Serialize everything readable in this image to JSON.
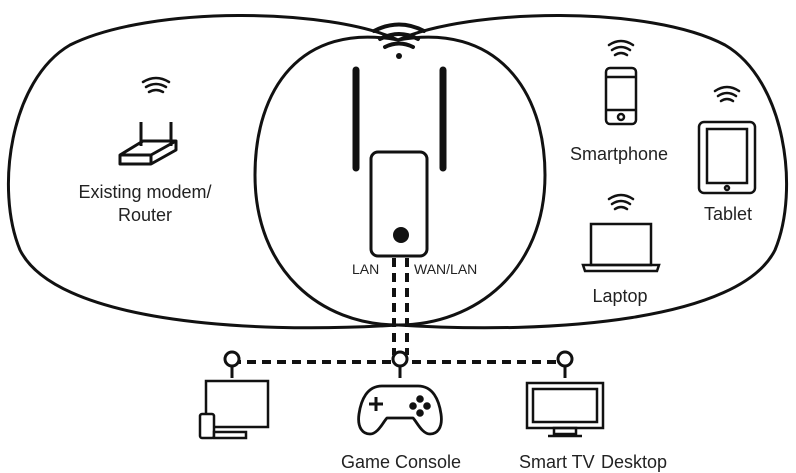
{
  "labels": {
    "router_line1": "Existing modem/",
    "router_line2": "Router",
    "smartphone": "Smartphone",
    "tablet": "Tablet",
    "laptop": "Laptop",
    "lan": "LAN",
    "wan_lan": "WAN/LAN",
    "game_console": "Game Console",
    "smart_tv": "Smart TV",
    "desktop": "Desktop"
  },
  "colors": {
    "stroke": "#111111",
    "background": "#ffffff"
  },
  "icons": [
    "wifi-icon",
    "router-icon",
    "smartphone-icon",
    "tablet-icon",
    "laptop-icon",
    "extender-device",
    "desktop-icon",
    "game-controller-icon",
    "tv-icon"
  ]
}
